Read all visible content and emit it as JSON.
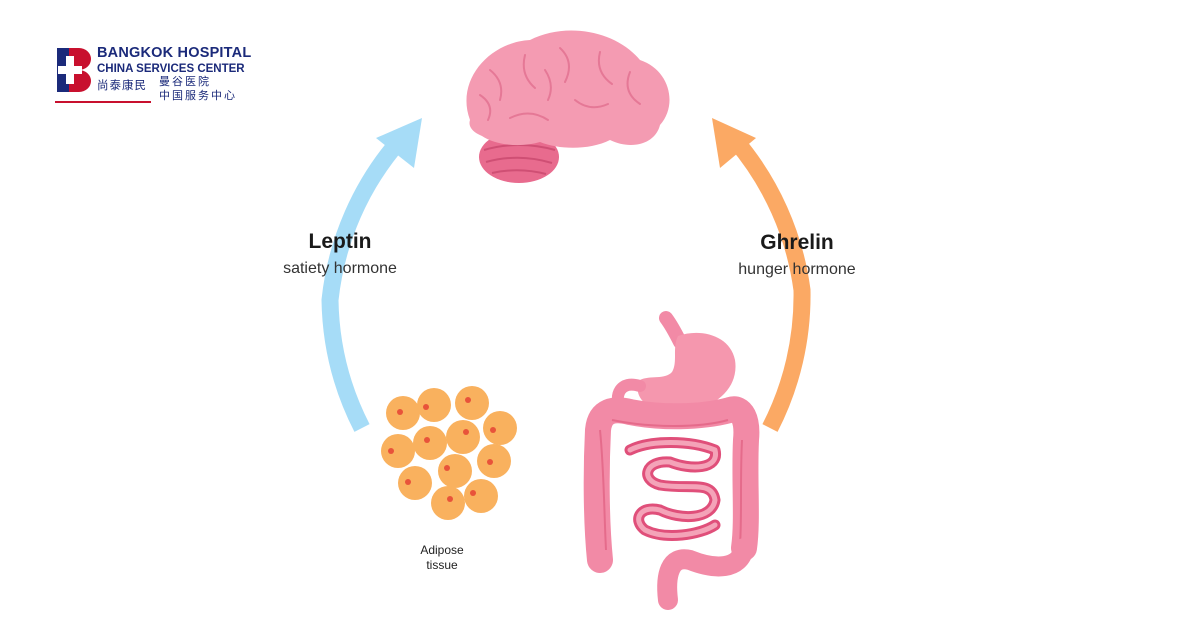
{
  "logo": {
    "line1": "BANGKOK HOSPITAL",
    "line2": "CHINA SERVICES CENTER",
    "cn_left": "尚泰康民",
    "cn_right_1": "曼谷医院",
    "cn_right_2": "中国服务中心"
  },
  "leptin": {
    "title": "Leptin",
    "subtitle": "satiety hormone"
  },
  "ghrelin": {
    "title": "Ghrelin",
    "subtitle": "hunger hormone"
  },
  "adipose": {
    "line1": "Adipose",
    "line2": "tissue"
  },
  "colors": {
    "leptin_arrow": "#a6dcf7",
    "ghrelin_arrow": "#fba964",
    "organ_pink": "#f28aa6",
    "fat_cell": "#f9b15e",
    "brand_blue": "#1b2a7a",
    "brand_red": "#c8102e"
  }
}
